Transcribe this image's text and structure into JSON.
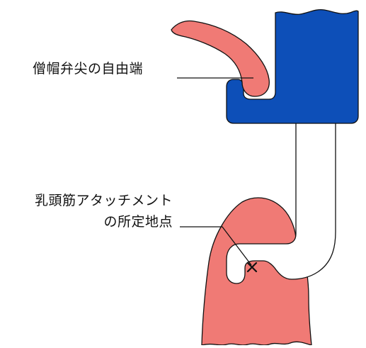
{
  "labels": {
    "leaflet_tip": "僧帽弁尖の自由端",
    "papillary_line1": "乳頭筋アタッチメント",
    "papillary_line2": "の所定地点"
  },
  "colors": {
    "leaflet": "#f07a75",
    "papillary_muscle": "#f07a75",
    "device": "#0d4fb8",
    "outline": "#111111",
    "background": "#ffffff"
  },
  "icons": {
    "target_marker": "x-mark-icon"
  }
}
